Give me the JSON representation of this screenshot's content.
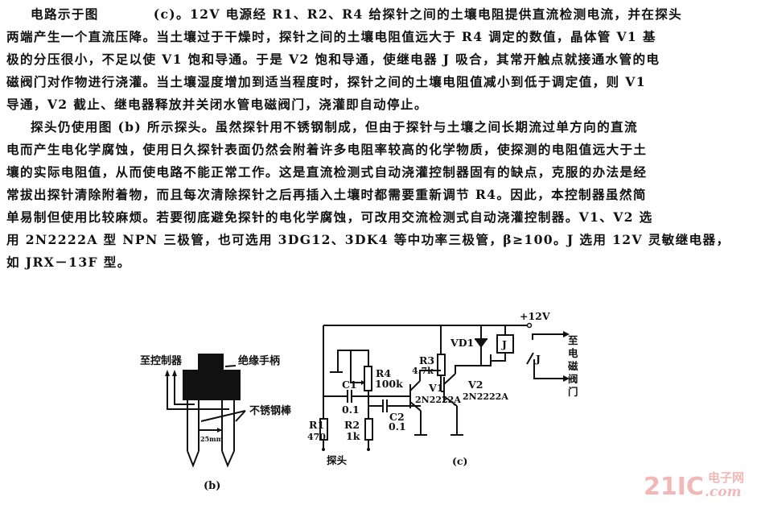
{
  "document": {
    "paragraph1": {
      "lead": "电路示于图",
      "lines": [
        "(c)。12V 电源经 R1、R2、R4 给探针之间的土壤电阻提供直流检测电流，并在探头",
        "两端产生一个直流压降。当土壤过于干燥时，探针之间的土壤电阻值远大于 R4 调定的数值，晶体管 V1 基",
        "极的分压很小，不足以使 V1 饱和导通。于是 V2 饱和导通，使继电器 J 吸合，其常开触点就接通水管的电",
        "磁阀门对作物进行浇灌。当土壤湿度增加到适当程度时，探针之间的土壤电阻值减小到低于调定值，则 V1",
        "导通，V2 截止、继电器释放并关闭水管电磁阀门，浇灌即自动停止。"
      ]
    },
    "paragraph2": {
      "lines": [
        "探头仍使用图 (b) 所示探头。虽然探针用不锈钢制成，但由于探针与土壤之间长期流过单方向的直流",
        "电而产生电化学腐蚀，使用日久探针表面仍然会附着许多电阻率较高的化学物质，使探测的电阻值远大于土",
        "壤的实际电阻值，从而使电路不能正常工作。这是直流检测式自动浇灌控制器固有的缺点，克服的办法是经",
        "常拔出探针清除附着物，而且每次清除探针之后再插入土壤时都需要重新调节 R4。因此，本控制器虽然简",
        "单易制但使用比较麻烦。若要彻底避免探针的电化学腐蚀，可改用交流检测式自动浇灌控制器。V1、V2 选",
        "用 2N2222A 型 NPN 三极管，也可选用 3DG12、3DK4 等中功率三极管，β≥100。J 选用 12V 灵敏继电器，",
        "如 JRX－13F 型。"
      ]
    }
  },
  "figure_b": {
    "caption": "(b)",
    "labels": {
      "to_controller": "至控制器",
      "insulated_handle": "绝缘手柄",
      "stainless_rods": "不锈钢棒",
      "spacing": "25mm"
    }
  },
  "figure_c": {
    "caption": "(c)",
    "supply": "+12V",
    "probe_label": "探头",
    "to_valve": [
      "至",
      "电",
      "磁",
      "阀",
      "门"
    ],
    "components": {
      "R1": {
        "name": "R1",
        "value": "470"
      },
      "R2": {
        "name": "R2",
        "value": "1k"
      },
      "R3": {
        "name": "R3",
        "value": "4.7k"
      },
      "R4": {
        "name": "R4",
        "value": "100k"
      },
      "C1": {
        "name": "C1",
        "value": "0.1"
      },
      "C2": {
        "name": "C2",
        "value": "0.1"
      },
      "V1": {
        "name": "V1",
        "value": "2N2222A"
      },
      "V2": {
        "name": "V2",
        "value": "2N2222A"
      },
      "VD1": {
        "name": "VD1"
      },
      "J": {
        "name": "J"
      },
      "J_contact": {
        "name": "J"
      }
    }
  },
  "watermark": {
    "brand": "21IC",
    "suffix": ".com",
    "cn": "电子网",
    "color": "#f2b8b8"
  }
}
